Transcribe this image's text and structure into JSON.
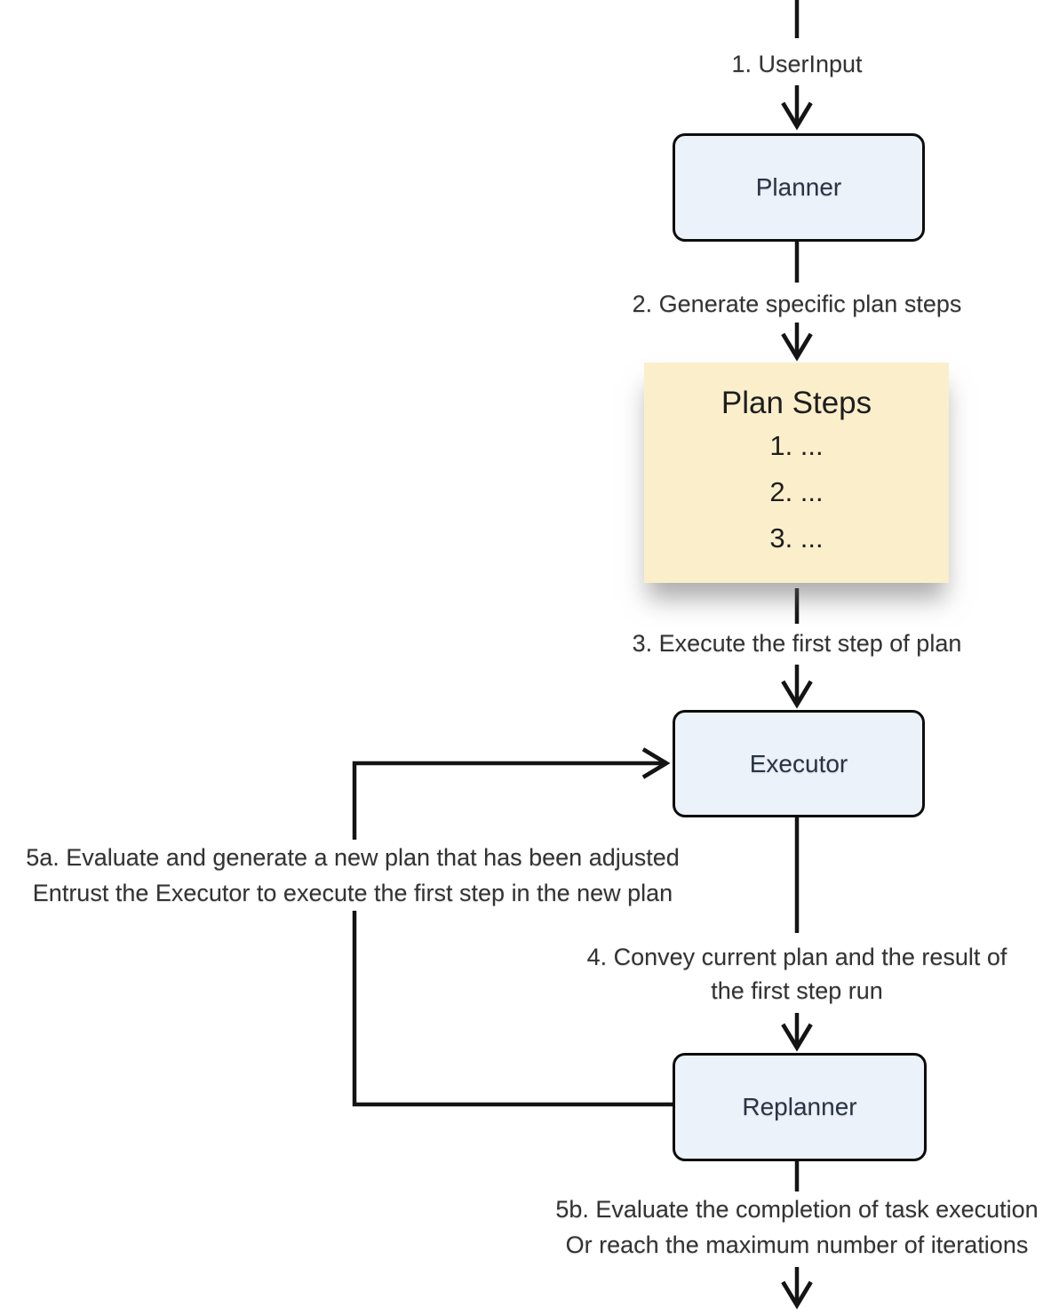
{
  "colors": {
    "node_fill": "#ECF2FA",
    "node_border": "#0D0D0D",
    "plan_steps_fill": "#FBEFCB",
    "line": "#141414",
    "text": "#333333",
    "node_text": "#2A3445",
    "label_bg": "#FFFFFF"
  },
  "nodes": {
    "planner": {
      "label": "Planner"
    },
    "executor": {
      "label": "Executor"
    },
    "replanner": {
      "label": "Replanner"
    },
    "plan_steps": {
      "title": "Plan Steps",
      "items": [
        "1. ...",
        "2. ...",
        "3. ..."
      ]
    }
  },
  "edges": {
    "user_input": "1. UserInput",
    "generate_steps": "2. Generate specific plan steps",
    "execute_first": "3. Execute the first step of plan",
    "convey_line1": "4. Convey current plan and the result of",
    "convey_line2": "the first step run",
    "replan_line1": "5a. Evaluate and generate a new plan that has been adjusted",
    "replan_line2": "Entrust the Executor to execute the first step in the new plan",
    "finish_line1": "5b. Evaluate the completion of task execution",
    "finish_line2": "Or reach the maximum number of iterations"
  }
}
